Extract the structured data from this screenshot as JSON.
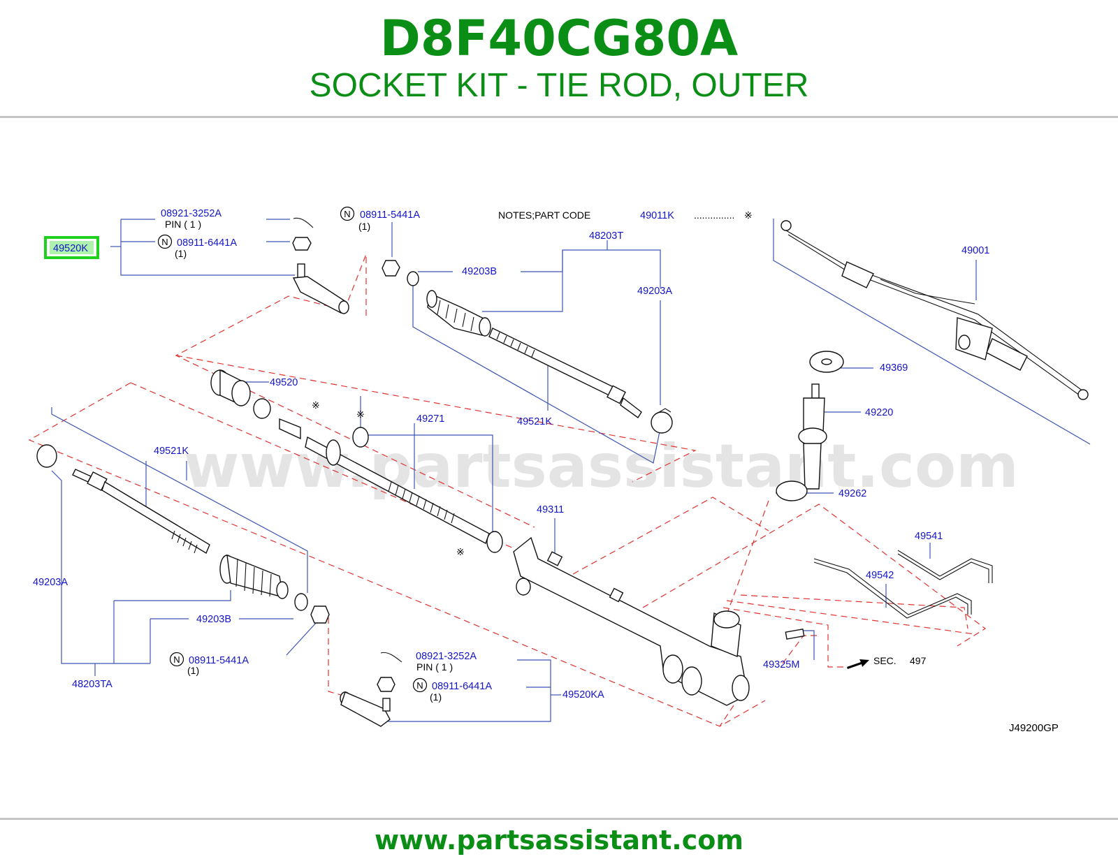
{
  "header": {
    "part_number": "D8F40CG80A",
    "title": "SOCKET KIT - TIE ROD, OUTER"
  },
  "notes": {
    "text": "NOTES;PART   CODE",
    "code": "49011K",
    "dots": "...............",
    "mark": "※"
  },
  "labels": {
    "l_49520K": "49520K",
    "l_08921_top": "08921-3252A",
    "l_pin_top": "PIN  ( 1 )",
    "l_08911_6441_top": "08911-6441A",
    "l_qty_6441_top": "(1)",
    "l_08911_5441_top": "08911-5441A",
    "l_qty_5441_top": "(1)",
    "l_48203T": "48203T",
    "l_49203B_top": "49203B",
    "l_49203A_top": "49203A",
    "l_49001": "49001",
    "l_49369": "49369",
    "l_49220": "49220",
    "l_49520": "49520",
    "l_49271": "49271",
    "l_49521K_top": "49521K",
    "l_49521K_left": "49521K",
    "l_49262": "49262",
    "l_49311": "49311",
    "l_49541": "49541",
    "l_49542": "49542",
    "l_49203A_left": "49203A",
    "l_49203B_bottom": "49203B",
    "l_08911_5441_bottom": "08911-5441A",
    "l_qty_5441_bottom": "(1)",
    "l_48203TA": "48203TA",
    "l_08921_bottom": "08921-3252A",
    "l_pin_bottom": "PIN   ( 1 )",
    "l_08911_6441_bottom": "08911-6441A",
    "l_qty_6441_bottom": "(1)",
    "l_49520KA": "49520KA",
    "l_49325M": "49325M",
    "l_sec": "SEC.",
    "l_sec_no": "497",
    "l_diagram_code": "J49200GP",
    "n_symbol": "N",
    "mark": "※"
  },
  "watermark": "www.partsassistant.com",
  "footer": {
    "url": "www.partsassistant.com"
  },
  "colors": {
    "brand_green": "#0b8e16",
    "label_blue": "#1414c8",
    "leader_blue": "#3c55b4",
    "dash_red": "#e0332f",
    "highlight": "#1fd01f"
  }
}
